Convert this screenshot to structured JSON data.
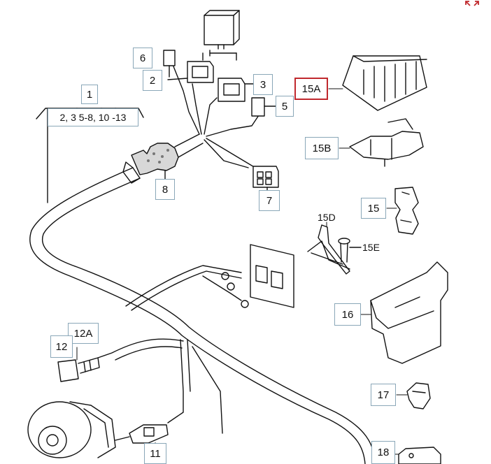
{
  "callouts": {
    "c1": "1",
    "c1_sub": "2, 3  5-8, 10 -13",
    "c2": "2",
    "c3": "3",
    "c5": "5",
    "c6": "6",
    "c7": "7",
    "c8": "8",
    "c11": "11",
    "c12": "12",
    "c12a": "12A",
    "c15": "15",
    "c15a": "15A",
    "c15b": "15B",
    "c15d": "15D",
    "c15e": "15E",
    "c16": "16",
    "c17": "17",
    "c18": "18"
  },
  "colors": {
    "callout_border": "#8aa7b8",
    "highlight_border": "#c0282d",
    "line": "#111111",
    "rubber": "#999999"
  },
  "icons": {
    "corner": "expand-arrows-icon"
  }
}
